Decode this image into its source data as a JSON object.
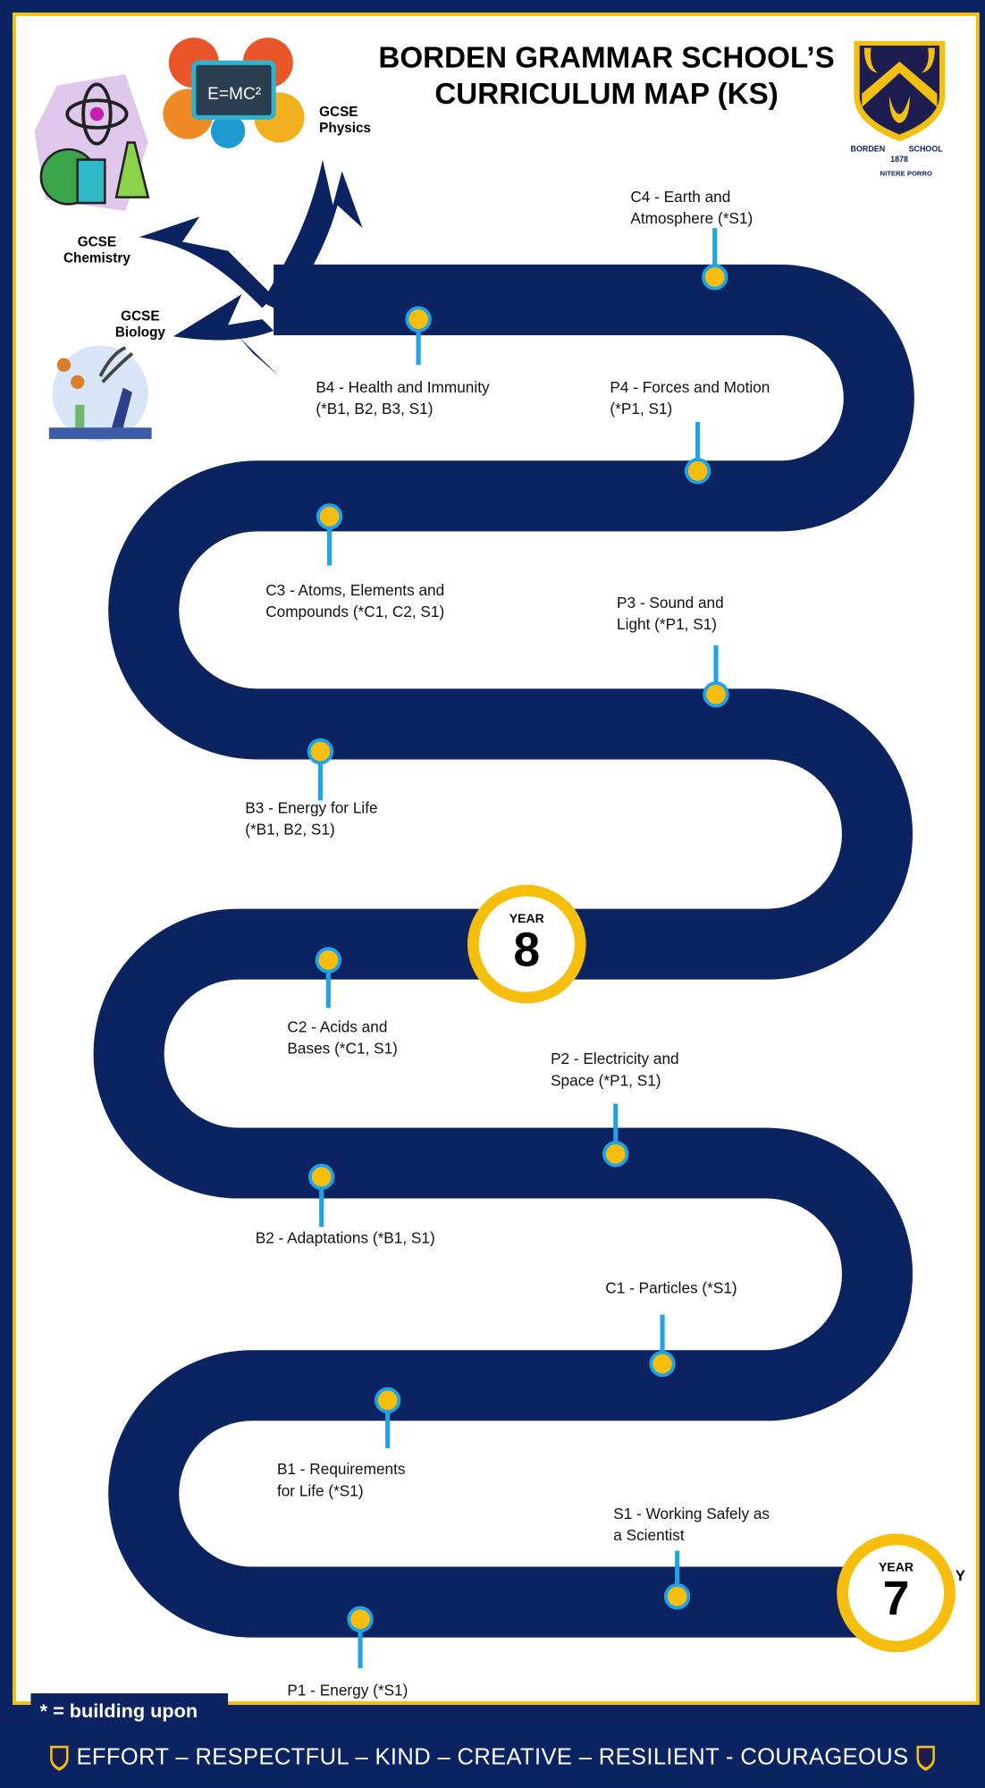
{
  "header": {
    "title_line1": "BORDEN GRAMMAR SCHOOL’S",
    "title_line2": "CURRICULUM MAP (KS)",
    "logo": {
      "left": "BORDEN",
      "right": "SCHOOL",
      "year": "1878",
      "motto": "NITERE PORRO"
    }
  },
  "destinations": {
    "physics": "GCSE Physics",
    "chemistry": "GCSE Chemistry",
    "biology": "GCSE Biology"
  },
  "topics": [
    {
      "id": "c4",
      "line1": "C4 - Earth and",
      "line2": "Atmosphere (*S1)"
    },
    {
      "id": "b4",
      "line1": "B4 - Health and Immunity",
      "line2": "(*B1, B2, B3, S1)"
    },
    {
      "id": "p4",
      "line1": "P4 - Forces and Motion",
      "line2": "(*P1, S1)"
    },
    {
      "id": "c3",
      "line1": "C3 - Atoms, Elements and",
      "line2": "Compounds (*C1, C2, S1)"
    },
    {
      "id": "p3",
      "line1": "P3 - Sound and",
      "line2": "Light (*P1, S1)"
    },
    {
      "id": "b3",
      "line1": "B3 - Energy for Life",
      "line2": "(*B1, B2, S1)"
    },
    {
      "id": "c2",
      "line1": "C2 - Acids and",
      "line2": "Bases (*C1, S1)"
    },
    {
      "id": "p2",
      "line1": "P2 - Electricity and",
      "line2": "Space (*P1, S1)"
    },
    {
      "id": "b2",
      "line1": "B2 - Adaptations (*B1, S1)",
      "line2": ""
    },
    {
      "id": "c1",
      "line1": "C1 - Particles (*S1)",
      "line2": ""
    },
    {
      "id": "b1",
      "line1": "B1 - Requirements",
      "line2": "for Life (*S1)"
    },
    {
      "id": "s1",
      "line1": "S1 - Working Safely as",
      "line2": "a Scientist"
    },
    {
      "id": "p1",
      "line1": "P1 - Energy (*S1)",
      "line2": ""
    }
  ],
  "years": {
    "year8": {
      "label": "YEAR",
      "number": "8"
    },
    "year7": {
      "label": "YEAR",
      "number": "7"
    },
    "stray": "Y"
  },
  "legend": "* = building upon",
  "footer": "EFFORT – RESPECTFUL – KIND – CREATIVE – RESILIENT - COURAGEOUS",
  "colors": {
    "navy": "#0b2360",
    "gold": "#f7be0e",
    "pin_ring": "#1fa3e6",
    "border": "#f2c012"
  }
}
